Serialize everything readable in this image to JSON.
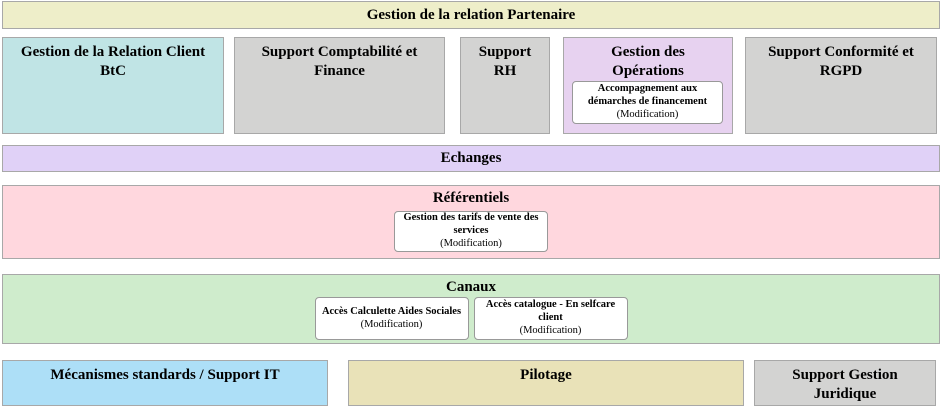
{
  "diagram": {
    "top_band": {
      "label": "Gestion de la relation Partenaire",
      "color": "#eeeec9"
    },
    "domain_row": [
      {
        "label": "Gestion de la Relation Client BtC",
        "color": "#c0e4e5"
      },
      {
        "label": "Support Comptabilité et Finance",
        "color": "#d3d3d2"
      },
      {
        "label": "Support RH",
        "color": "#d3d3d2"
      },
      {
        "label": "Gestion des Opérations",
        "color": "#e7d2f0",
        "sub_items": [
          {
            "title": "Accompagnement aux démarches de financement",
            "note": "(Modification)"
          }
        ]
      },
      {
        "label": "Support Conformité et RGPD",
        "color": "#d3d3d2"
      }
    ],
    "bands": [
      {
        "label": "Echanges",
        "color": "#e0d1f7"
      },
      {
        "label": "Référentiels",
        "color": "#ffd7de",
        "sub_items": [
          {
            "title": "Gestion des tarifs de vente des services",
            "note": "(Modification)"
          }
        ]
      },
      {
        "label": "Canaux",
        "color": "#cfeccc",
        "sub_items": [
          {
            "title": "Accès Calculette Aides Sociales",
            "note": "(Modification)"
          },
          {
            "title": "Accès catalogue - En selfcare client",
            "note": "(Modification)"
          }
        ]
      }
    ],
    "bottom_row": [
      {
        "label": "Mécanismes standards / Support IT",
        "color": "#addff7"
      },
      {
        "label": "Pilotage",
        "color": "#e9e2b8"
      },
      {
        "label": "Support Gestion Juridique",
        "color": "#d3d3d2"
      }
    ]
  }
}
